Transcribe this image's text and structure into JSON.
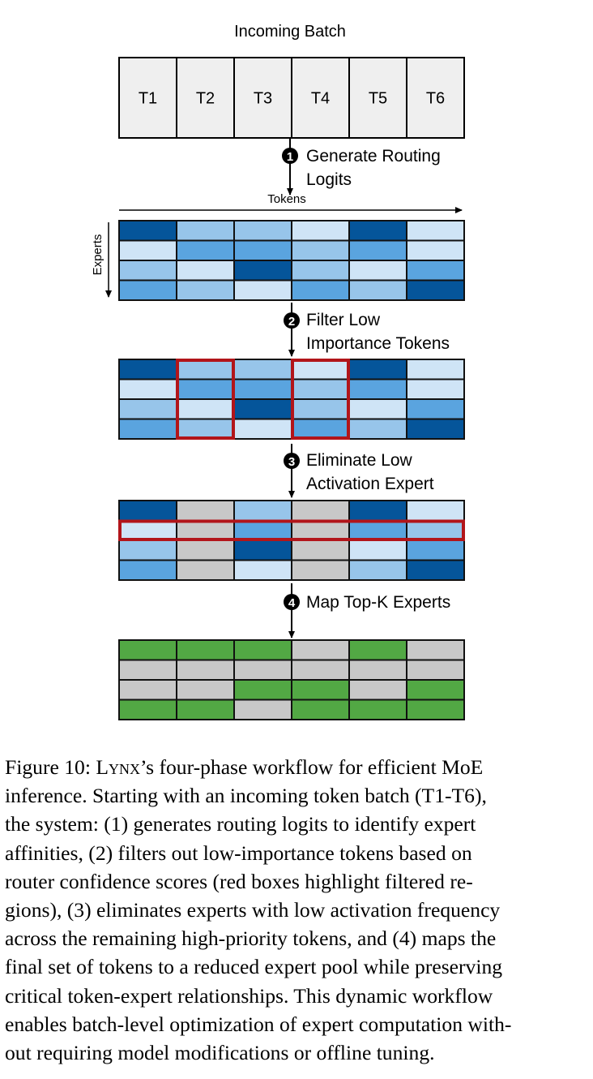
{
  "diagram": {
    "batch_title": "Incoming Batch",
    "tokens": [
      "T1",
      "T2",
      "T3",
      "T4",
      "T5",
      "T6"
    ],
    "tokens_axis_label": "Tokens",
    "experts_axis_label": "Experts",
    "steps": [
      {
        "number": "1",
        "lines": [
          "Generate Routing",
          "Logits"
        ]
      },
      {
        "number": "2",
        "lines": [
          "Filter Low",
          "Importance Tokens"
        ]
      },
      {
        "number": "3",
        "lines": [
          "Eliminate Low",
          "Activation Expert"
        ]
      },
      {
        "number": "4",
        "lines": [
          "Map Top-K Experts"
        ]
      }
    ],
    "colors": {
      "dark_blue": "#05559a",
      "mid_blue": "#5aa4df",
      "light_blue": "#97c5ea",
      "pale_blue": "#cfe4f6",
      "gray": "#c8c8c8",
      "green": "#52a844",
      "highlight_red": "#b2151a",
      "token_cell": "#efefef"
    },
    "legend_codes": {
      "D": "dark_blue",
      "M": "mid_blue",
      "L": "light_blue",
      "P": "pale_blue",
      "G": "gray",
      "N": "green"
    },
    "grids": [
      {
        "name": "routing-logits-grid",
        "rows": [
          "DLLPDP",
          "PMMLMP",
          "LPDLPM",
          "MLPMLD"
        ],
        "highlight_columns": [],
        "highlight_rows": []
      },
      {
        "name": "filtered-tokens-grid",
        "rows": [
          "DLLPDP",
          "PMMLMP",
          "LPDLPM",
          "MLPMLD"
        ],
        "highlight_columns": [
          1,
          3
        ],
        "highlight_rows": []
      },
      {
        "name": "eliminated-experts-grid",
        "rows": [
          "DGLGDP",
          "PGMGML",
          "LGDGPM",
          "MGPGLD"
        ],
        "highlight_columns": [],
        "highlight_rows": [
          1
        ]
      },
      {
        "name": "topk-mapping-grid",
        "rows": [
          "NNNGNG",
          "GGGGGG",
          "GGNNGN",
          "NNGNNN"
        ],
        "highlight_columns": [],
        "highlight_rows": []
      }
    ]
  },
  "caption": {
    "figure_label": "Figure 10:",
    "system_name": "Lynx",
    "line1_rest": "’s four-phase workflow for efficient MoE",
    "lines": [
      "inference. Starting with an incoming token batch (T1-T6),",
      "the system: (1) generates routing logits to identify expert",
      "affinities, (2) filters out low-importance tokens based on",
      "router confidence scores (red boxes highlight filtered re-",
      "gions), (3) eliminates experts with low activation frequency",
      "across the remaining high-priority tokens, and (4) maps the",
      "final set of tokens to a reduced expert pool while preserving",
      "critical token-expert relationships. This dynamic workflow",
      "enables batch-level optimization of expert computation with-",
      "out requiring model modifications or offline tuning."
    ]
  }
}
